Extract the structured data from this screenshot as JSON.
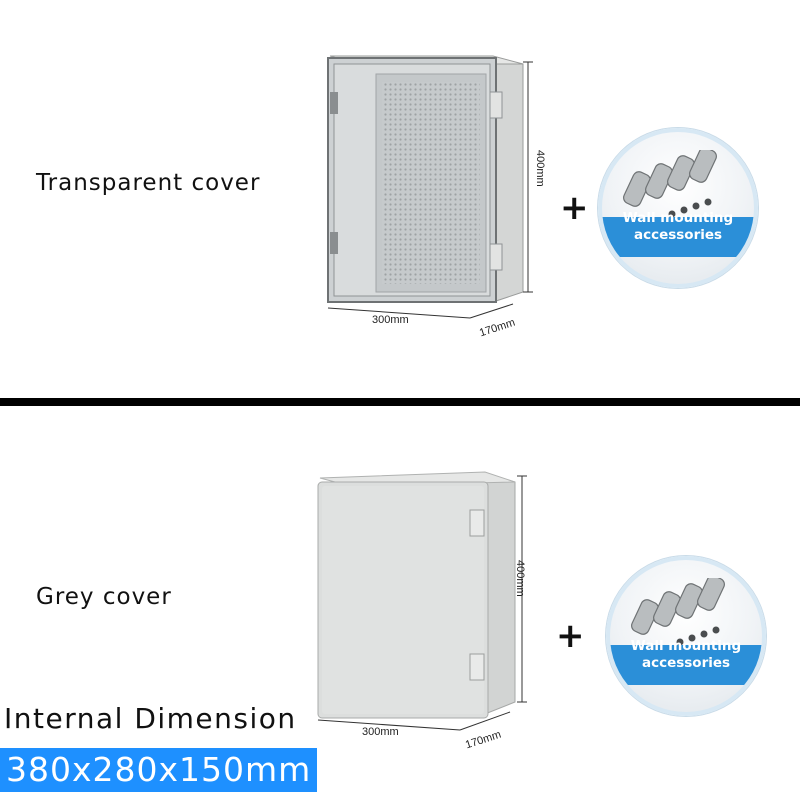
{
  "top": {
    "label": "Transparent cover",
    "dim_height": "400mm",
    "dim_width": "300mm",
    "dim_depth": "170mm",
    "plus": "+",
    "accessory_line1": "Wall mounting",
    "accessory_line2": "accessories"
  },
  "bottom": {
    "label": "Grey cover",
    "dim_height": "400mm",
    "dim_width": "300mm",
    "dim_depth": "170mm",
    "plus": "+",
    "accessory_line1": "Wall mounting",
    "accessory_line2": "accessories"
  },
  "internal": {
    "title": "Internal Dimension",
    "value": "380x280x150mm"
  },
  "colors": {
    "accent_blue": "#1e90ff",
    "badge_blue": "#2b8fd8",
    "divider": "#000000",
    "grey_box": "#dcdedd"
  }
}
